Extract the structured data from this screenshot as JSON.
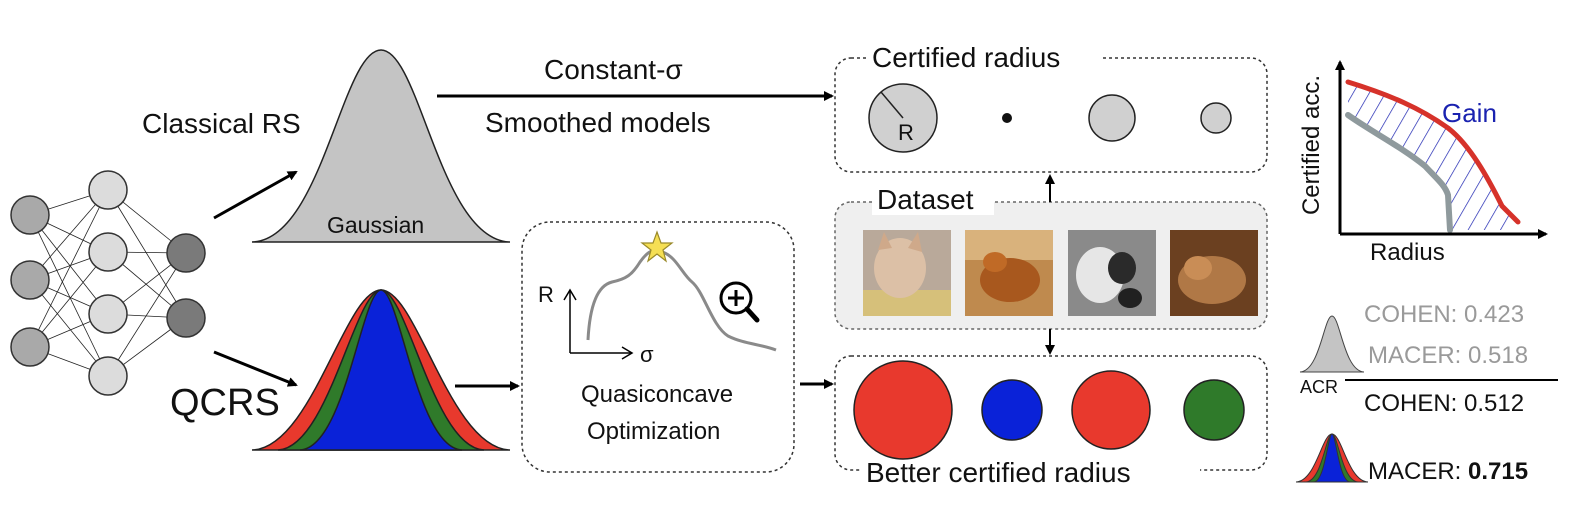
{
  "classical": {
    "label": "Classical RS",
    "gaussian_label": "Gaussian"
  },
  "qcrs": {
    "label": "QCRS"
  },
  "top_arrow": {
    "line1": "Constant-σ",
    "line2": "Smoothed models"
  },
  "certified_box": {
    "title": "Certified radius",
    "radius_label": "R"
  },
  "dataset_box": {
    "title": "Dataset",
    "image_count": 4
  },
  "better_box": {
    "title": "Better certified radius"
  },
  "optimization": {
    "y_axis": "R",
    "x_axis": "σ",
    "line1": "Quasiconcave",
    "line2": "Optimization",
    "zoom_icon": "magnifier-plus-icon",
    "star_icon": "star-icon"
  },
  "gain_chart": {
    "ylabel": "Certified acc.",
    "xlabel": "Radius",
    "gain_label": "Gain"
  },
  "acr_table": {
    "acr_label": "ACR",
    "classical": [
      {
        "method": "COHEN",
        "value": "0.423"
      },
      {
        "method": "MACER",
        "value": "0.518"
      }
    ],
    "qcrs": [
      {
        "method": "COHEN",
        "value": "0.512"
      },
      {
        "method": "MACER",
        "value": "0.715"
      }
    ]
  },
  "colors": {
    "red": "#e8392d",
    "green": "#2f7a2a",
    "blue": "#0a22d8",
    "gray": "#c6c6c6",
    "gain_blue": "#1a22b0",
    "curve_gray": "#8f9a9d"
  }
}
